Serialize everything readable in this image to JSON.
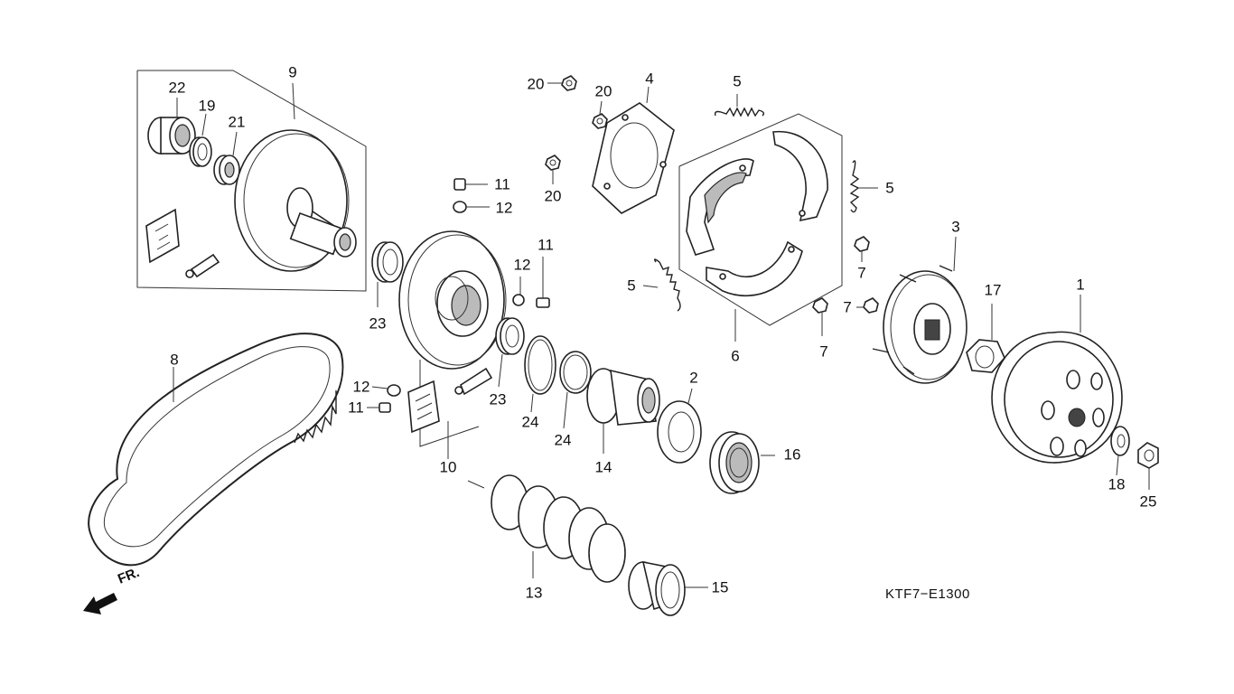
{
  "diagram": {
    "drawing_code": "KTF7−E1300",
    "direction_label": "FR.",
    "callouts": [
      {
        "id": "c1",
        "text": "1"
      },
      {
        "id": "c2",
        "text": "2"
      },
      {
        "id": "c3",
        "text": "3"
      },
      {
        "id": "c4",
        "text": "4"
      },
      {
        "id": "c5a",
        "text": "5"
      },
      {
        "id": "c5b",
        "text": "5"
      },
      {
        "id": "c5c",
        "text": "5"
      },
      {
        "id": "c6",
        "text": "6"
      },
      {
        "id": "c7a",
        "text": "7"
      },
      {
        "id": "c7b",
        "text": "7"
      },
      {
        "id": "c7c",
        "text": "7"
      },
      {
        "id": "c8",
        "text": "8"
      },
      {
        "id": "c9",
        "text": "9"
      },
      {
        "id": "c10",
        "text": "10"
      },
      {
        "id": "c11a",
        "text": "11"
      },
      {
        "id": "c11b",
        "text": "11"
      },
      {
        "id": "c11c",
        "text": "11"
      },
      {
        "id": "c12a",
        "text": "12"
      },
      {
        "id": "c12b",
        "text": "12"
      },
      {
        "id": "c12c",
        "text": "12"
      },
      {
        "id": "c13",
        "text": "13"
      },
      {
        "id": "c14",
        "text": "14"
      },
      {
        "id": "c15",
        "text": "15"
      },
      {
        "id": "c16",
        "text": "16"
      },
      {
        "id": "c17",
        "text": "17"
      },
      {
        "id": "c18",
        "text": "18"
      },
      {
        "id": "c19",
        "text": "19"
      },
      {
        "id": "c20a",
        "text": "20"
      },
      {
        "id": "c20b",
        "text": "20"
      },
      {
        "id": "c20c",
        "text": "20"
      },
      {
        "id": "c21",
        "text": "21"
      },
      {
        "id": "c22",
        "text": "22"
      },
      {
        "id": "c23a",
        "text": "23"
      },
      {
        "id": "c23b",
        "text": "23"
      },
      {
        "id": "c24a",
        "text": "24"
      },
      {
        "id": "c24b",
        "text": "24"
      },
      {
        "id": "c25",
        "text": "25"
      }
    ]
  }
}
